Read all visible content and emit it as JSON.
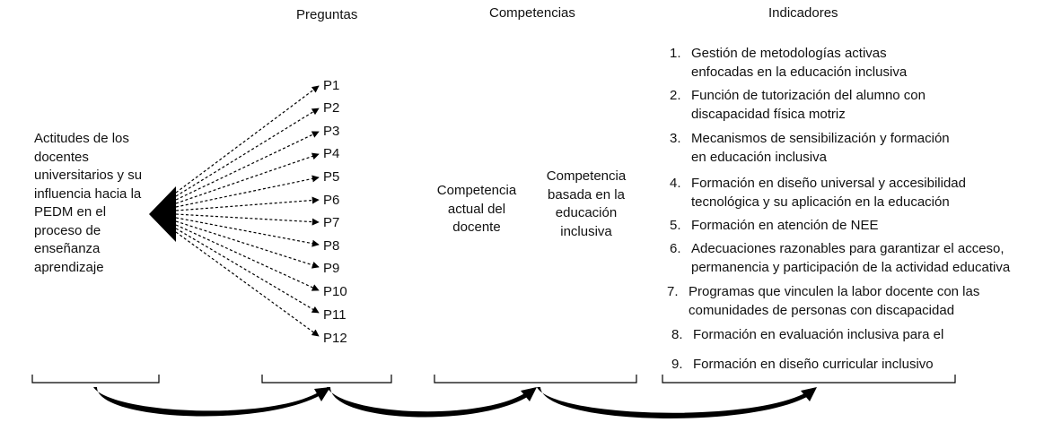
{
  "headers": {
    "preguntas": "Preguntas",
    "competencias": "Competencias",
    "indicadores": "Indicadores"
  },
  "left_text": [
    "Actitudes de los",
    "docentes",
    "universitarios y su",
    "influencia hacia la",
    "PEDM en el",
    "proceso de",
    "enseñanza",
    "aprendizaje"
  ],
  "questions": [
    "P1",
    "P2",
    "P3",
    "P4",
    "P5",
    "P6",
    "P7",
    "P8",
    "P9",
    "P10",
    "P11",
    "P12"
  ],
  "competencias": {
    "actual": [
      "Competencia",
      "actual del",
      "docente"
    ],
    "basada": [
      "Competencia",
      "basada en la",
      "educación",
      "inclusiva"
    ]
  },
  "indicators": [
    {
      "num": "1.",
      "lines": [
        "Gestión de metodologías activas",
        "enfocadas en la educación inclusiva"
      ]
    },
    {
      "num": "2.",
      "lines": [
        "Función de tutorización del alumno con",
        "discapacidad física motriz"
      ]
    },
    {
      "num": "3.",
      "lines": [
        "Mecanismos de sensibilización y formación",
        "en educación inclusiva"
      ]
    },
    {
      "num": "4.",
      "lines": [
        "Formación en diseño universal y accesibilidad",
        "tecnológica y su aplicación en la educación"
      ]
    },
    {
      "num": "5.",
      "lines": [
        "Formación en atención de NEE"
      ]
    },
    {
      "num": "6.",
      "lines": [
        "Adecuaciones razonables para garantizar el acceso,",
        "permanencia y participación de la actividad educativa"
      ]
    },
    {
      "num": "7.",
      "lines": [
        "Programas que vinculen la labor docente con las",
        "comunidades de personas con discapacidad"
      ]
    },
    {
      "num": "8.",
      "lines": [
        "Formación en evaluación inclusiva para el"
      ]
    },
    {
      "num": "9.",
      "lines": [
        "Formación en diseño curricular inclusivo"
      ]
    }
  ]
}
